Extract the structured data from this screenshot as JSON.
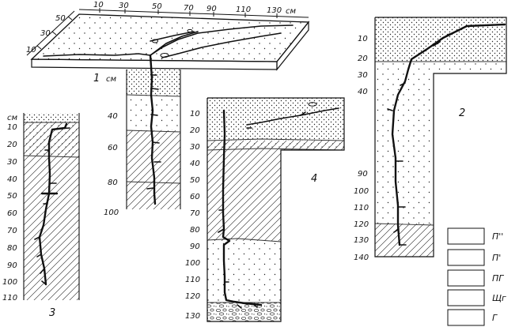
{
  "figure": {
    "unit": "см",
    "top_axis_ticks": [
      "10",
      "30",
      "50",
      "70",
      "90",
      "110",
      "130"
    ],
    "side_axis_ticks": [
      "10",
      "30",
      "50"
    ],
    "panels": [
      {
        "label": "1",
        "depth_ticks": [
          "40",
          "60",
          "80",
          "100"
        ]
      },
      {
        "label": "2",
        "depth_ticks": [
          "10",
          "20",
          "30",
          "40",
          "90",
          "100",
          "110",
          "120",
          "130",
          "140"
        ]
      },
      {
        "label": "3",
        "depth_ticks": [
          "10",
          "20",
          "30",
          "40",
          "50",
          "60",
          "70",
          "80",
          "90",
          "100",
          "110"
        ]
      },
      {
        "label": "4",
        "depth_ticks": [
          "10",
          "20",
          "30",
          "40",
          "50",
          "60",
          "70",
          "80",
          "90",
          "100",
          "110",
          "120",
          "130"
        ]
      }
    ],
    "legend": [
      {
        "label": "П''"
      },
      {
        "label": "П'"
      },
      {
        "label": "ПГ"
      },
      {
        "label": "Щг"
      },
      {
        "label": "Г"
      }
    ]
  }
}
